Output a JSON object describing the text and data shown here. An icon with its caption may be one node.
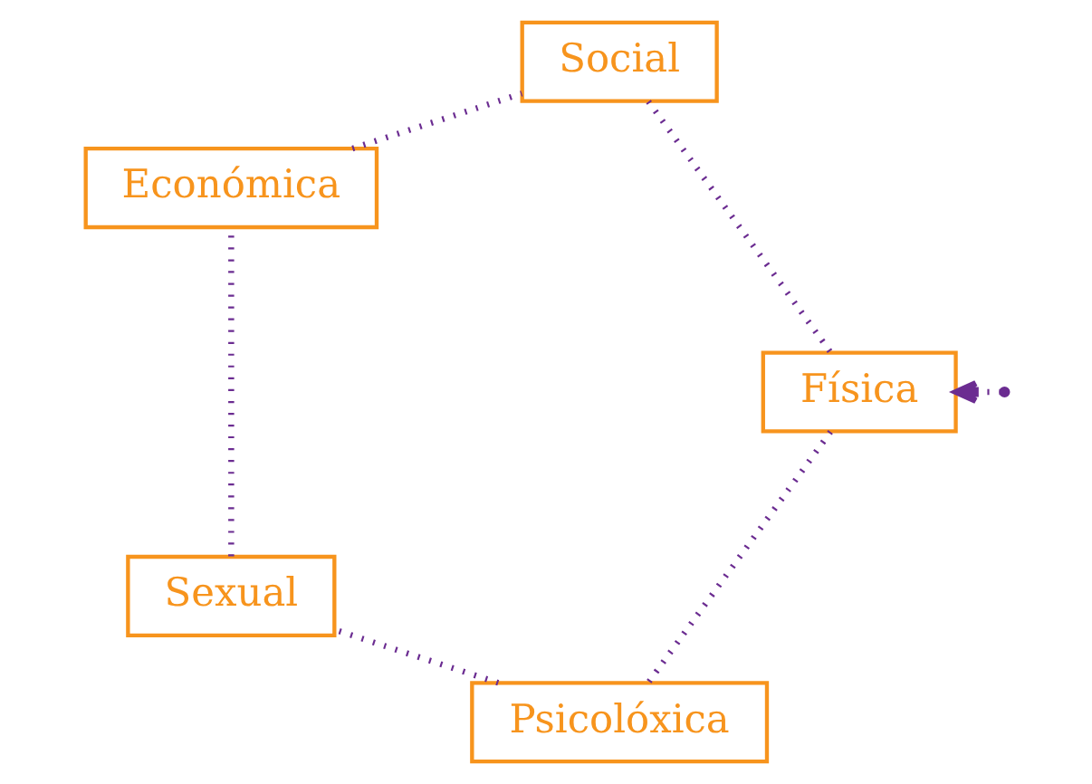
{
  "diagram": {
    "nodes": [
      {
        "text": [
          "Física"
        ]
      },
      {
        "text": [
          "Psicolóxica"
        ]
      },
      {
        "text": [
          "Social"
        ]
      },
      {
        "text": [
          "Sexual"
        ]
      },
      {
        "text": [
          "Económica"
        ]
      }
    ],
    "edges": [
      {
        "from": null,
        "to": 0,
        "arrow": "to"
      },
      {
        "from": 0,
        "to": 1,
        "arrow": "none"
      },
      {
        "from": 1,
        "to": 3,
        "arrow": "none"
      },
      {
        "from": 3,
        "to": 4,
        "arrow": "none"
      },
      {
        "from": 4,
        "to": 2,
        "arrow": "none"
      },
      {
        "from": 2,
        "to": 0,
        "arrow": "none"
      }
    ]
  }
}
